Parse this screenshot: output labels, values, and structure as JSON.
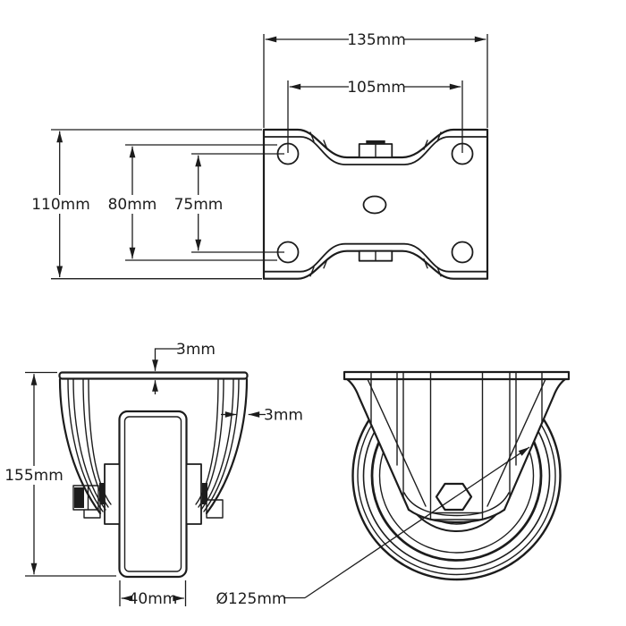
{
  "colors": {
    "background": "#ffffff",
    "line": "#1c1c1c"
  },
  "labels": {
    "plate_width": "135mm",
    "bolt_spacing_width": "105mm",
    "plate_depth": "110mm",
    "slot_spacing_depth": "80mm",
    "bolt_spacing_depth": "75mm",
    "plate_thickness": "3mm",
    "bracket_thickness": "3mm",
    "overall_height": "155mm",
    "wheel_width": "40mm",
    "wheel_diameter": "Ø125mm"
  }
}
